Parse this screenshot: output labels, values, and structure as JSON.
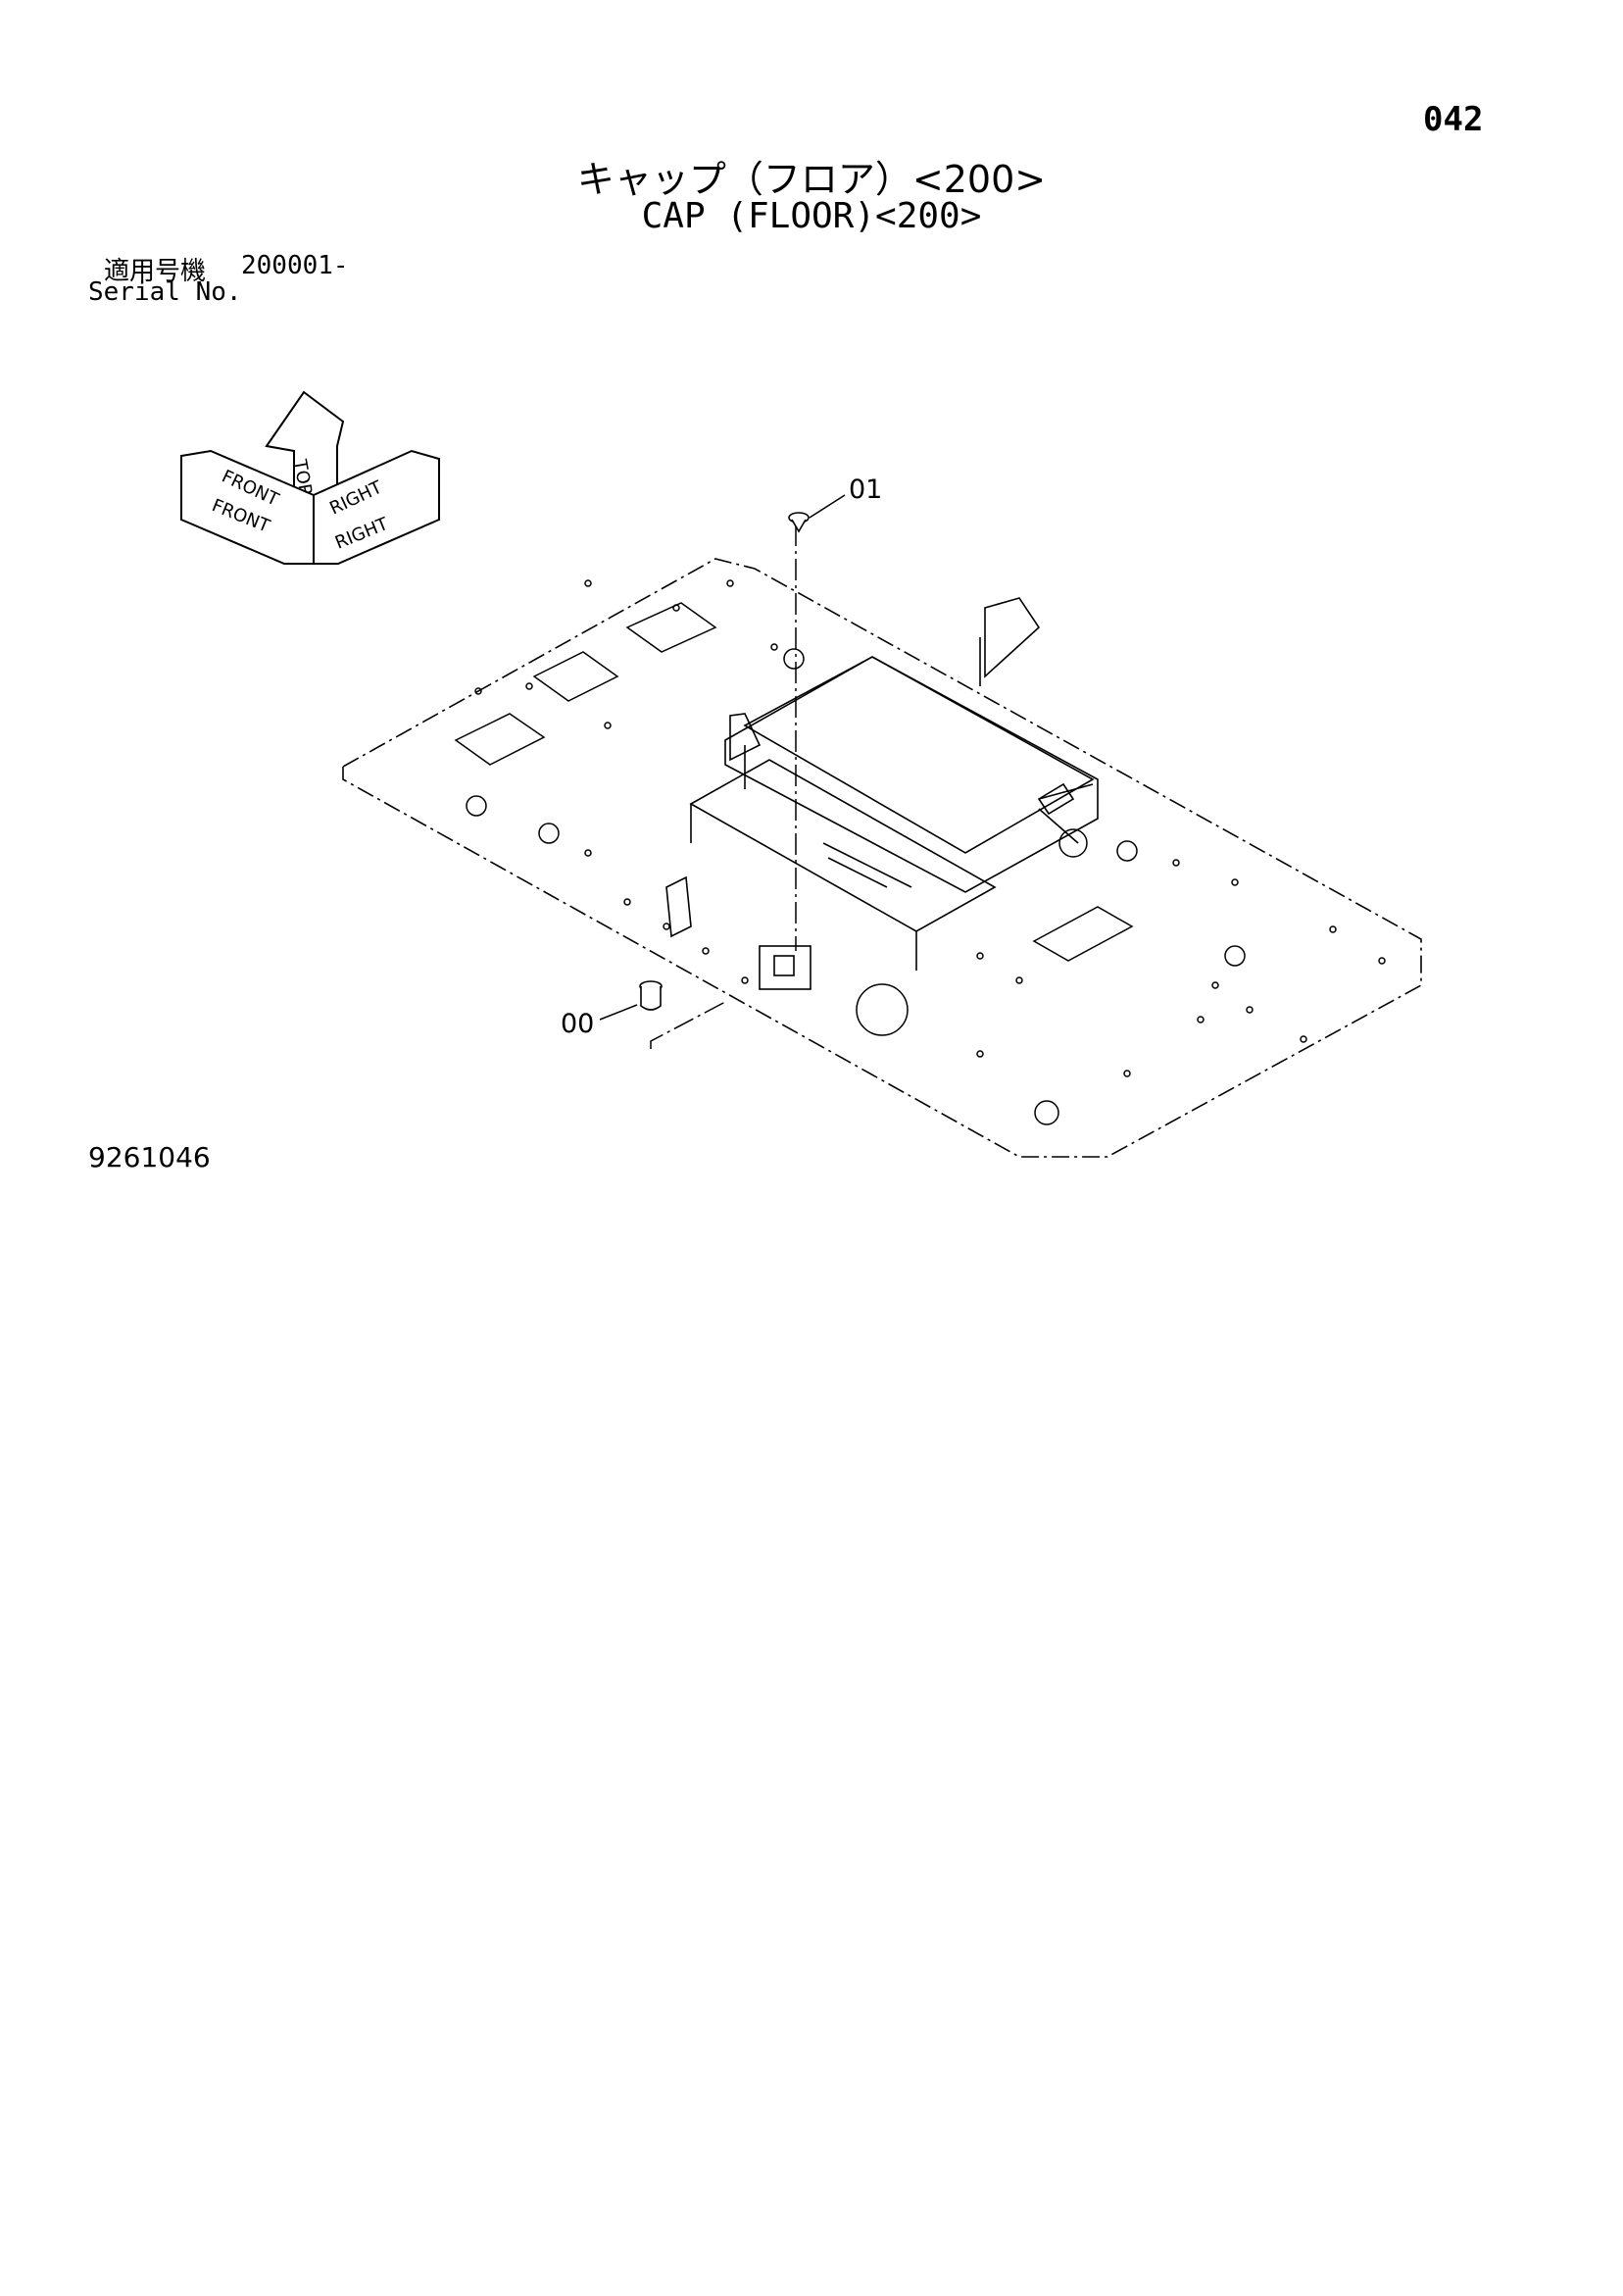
{
  "page_number": "042",
  "title_jp": "キャップ（フロア）<200>",
  "title_en": "CAP (FLOOR)<200>",
  "serial": {
    "label_jp": "適用号機",
    "range": "200001-",
    "label_en": "Serial No."
  },
  "orientation": {
    "top": "TOP",
    "front": "FRONT",
    "right": "RIGHT"
  },
  "callouts": [
    "01",
    "00"
  ],
  "drawing_number": "9261046"
}
